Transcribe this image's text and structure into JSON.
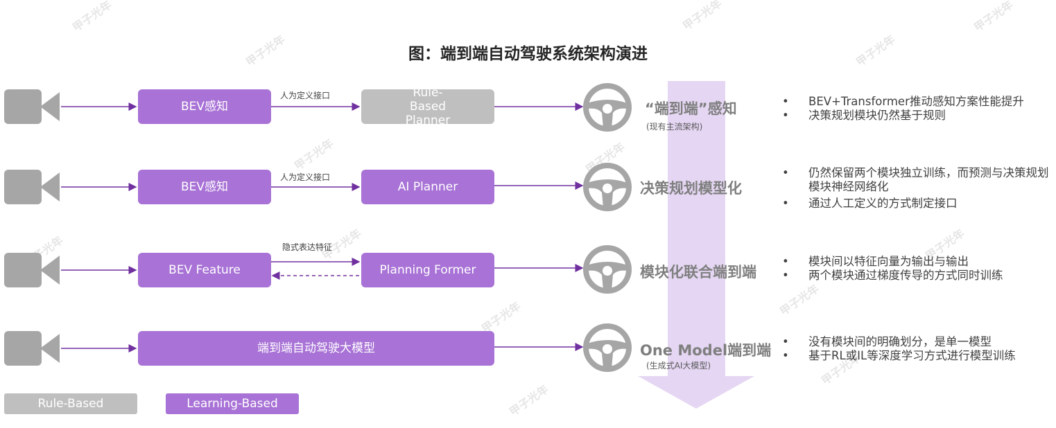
{
  "title": "图：端到端自动驾驶系统架构演进",
  "watermark": "甲子光年",
  "colors": {
    "purple": "#a872d6",
    "grey": "#bfbfbf",
    "arrow_bg": "#e5d6f3",
    "connector": "#7030a0"
  },
  "rows": [
    {
      "left_box": "BEV感知",
      "connector_label": "人为定义接口",
      "right_box": "Rule-Based Planner",
      "right_box_style": "grey",
      "stage_title": "“端到端”感知",
      "stage_subtitle": "(现有主流架构)",
      "bullets": [
        "BEV+Transformer推动感知方案性能提升",
        "决策规划模块仍然基于规则"
      ]
    },
    {
      "left_box": "BEV感知",
      "connector_label": "人为定义接口",
      "right_box": "AI Planner",
      "right_box_style": "purple",
      "stage_title": "决策规划模型化",
      "stage_subtitle": "",
      "bullets": [
        "仍然保留两个模块独立训练，而预测与决策规划模块神经网络化",
        "通过人工定义的方式制定接口"
      ]
    },
    {
      "left_box": "BEV Feature",
      "connector_label": "隐式表达特征",
      "right_box": "Planning Former",
      "right_box_style": "purple",
      "stage_title": "模块化联合端到端",
      "stage_subtitle": "",
      "bullets": [
        "模块间以特征向量为输出与输出",
        "两个模块通过梯度传导的方式同时训练"
      ]
    },
    {
      "wide_box": "端到端自动驾驶大模型",
      "stage_title": "One Model端到端",
      "stage_subtitle": "(生成式AI大模型)",
      "bullets": [
        "没有模块间的明确划分，是单一模型",
        "基于RL或IL等深度学习方式进行模型训练"
      ]
    }
  ],
  "legend": {
    "rule_based": "Rule-Based",
    "learning_based": "Learning-Based"
  },
  "icons": {
    "camera": "video-camera-icon",
    "wheel": "steering-wheel-icon"
  }
}
